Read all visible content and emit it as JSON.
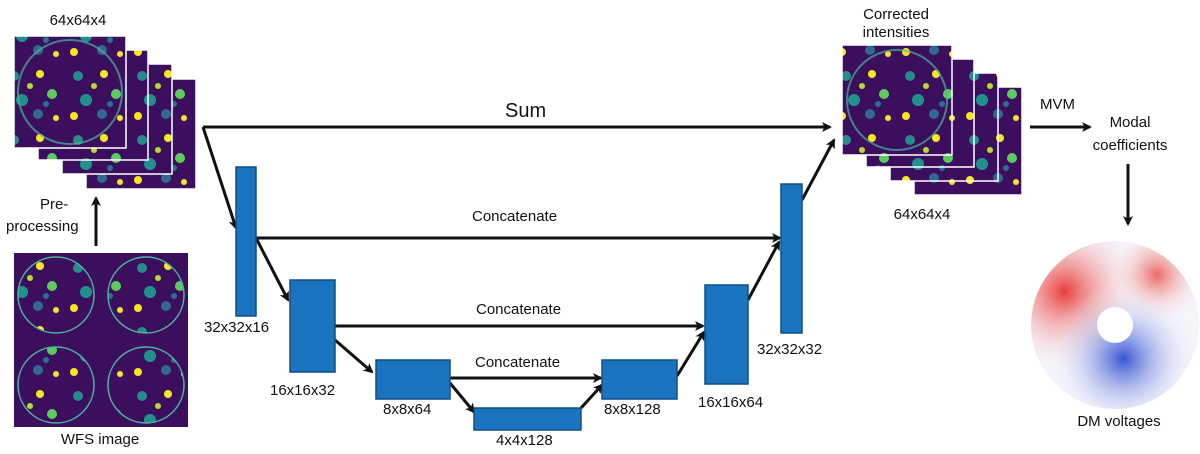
{
  "colors": {
    "block": "#1a74c0",
    "block_stroke": "#0e4f87",
    "arrow": "#111111",
    "viridis_dark": "#3b0a54",
    "viridis_mid": "#24828e",
    "viridis_light": "#fde725"
  },
  "labels": {
    "input_stack_size": "64x64x4",
    "preprocessing_line1": "Pre-",
    "preprocessing_line2": "processing",
    "wfs_image": "WFS image",
    "sum": "Sum",
    "concat_top": "Concatenate",
    "concat_mid": "Concatenate",
    "concat_low": "Concatenate",
    "enc1": "32x32x16",
    "enc2": "16x16x32",
    "enc3": "8x8x64",
    "bottleneck": "4x4x128",
    "dec3": "8x8x128",
    "dec2": "16x16x64",
    "dec1": "32x32x32",
    "output_title_line1": "Corrected",
    "output_title_line2": "intensities",
    "output_stack_size": "64x64x4",
    "mvm": "MVM",
    "modal_line1": "Modal",
    "modal_line2": "coefficients",
    "dm_voltages": "DM voltages"
  },
  "icons": {
    "input_stack": "viridis-intensity-image-stack",
    "wfs_image": "viridis-four-pupil-wfs-image",
    "output_stack": "viridis-intensity-image-stack",
    "dm_map": "red-blue-dm-voltage-map"
  }
}
